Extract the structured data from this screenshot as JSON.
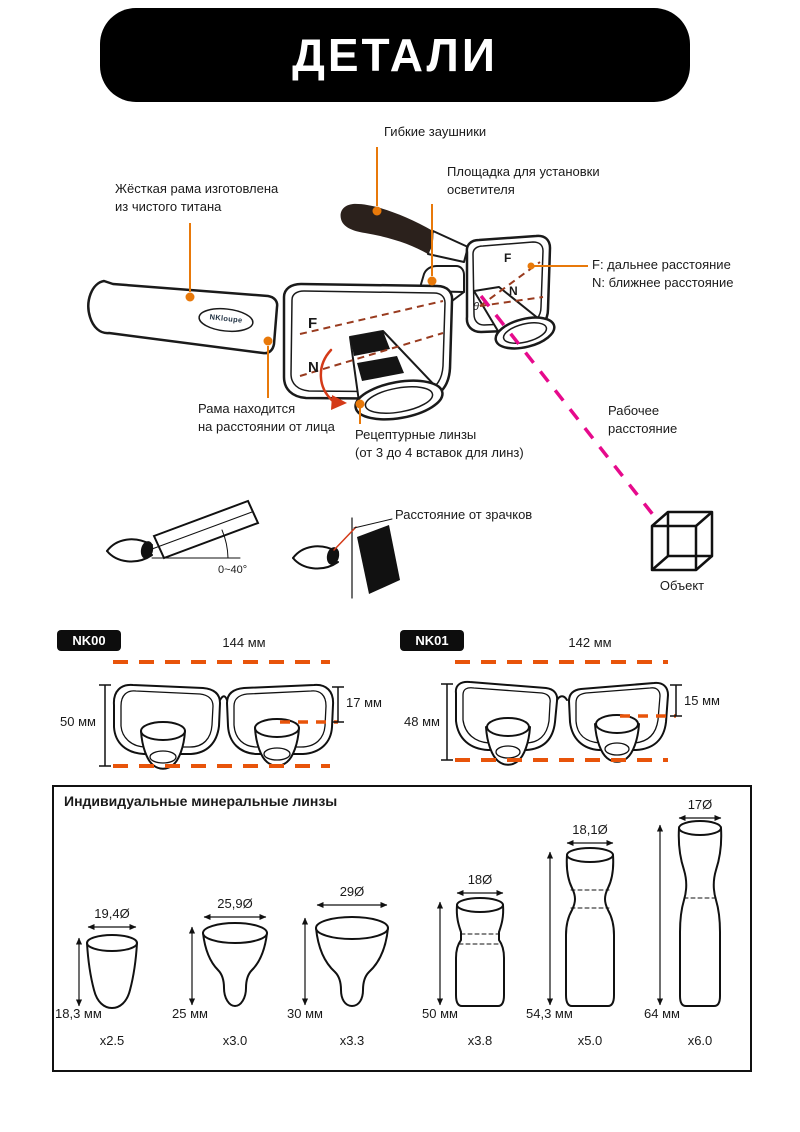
{
  "header": {
    "title": "ДЕТАЛИ"
  },
  "diagram": {
    "flexible_temples": "Гибкие заушники",
    "rigid_frame": "Жёсткая рама изготовлена\nиз чистого титана",
    "light_mount": "Площадка для установки\nосветителя",
    "fn_legend": "F: дальнее расстояние\nN: ближнее расстояние",
    "frame_distance": "Рама находится\nна расстоянии от лица",
    "prescription_lenses": "Рецептурные линзы\n(от 3 до 4 вставок для линз)",
    "working_distance": "Рабочее\nрасстояние",
    "pupil_distance": "Расстояние от зрачков",
    "object_label": "Объект",
    "angle_label": "0~40°",
    "f_label": "F",
    "n_label": "N",
    "theta_label": "θ",
    "logo": "NKloupe"
  },
  "frames": {
    "nk00": {
      "model": "NK00",
      "width": "144 мм",
      "lens_height": "50 мм",
      "loupe_drop": "17 мм"
    },
    "nk01": {
      "model": "NK01",
      "width": "142 мм",
      "lens_height": "48 мм",
      "loupe_drop": "15 мм"
    }
  },
  "lens_table": {
    "title": "Индивидуальные минеральные линзы",
    "items": [
      {
        "diameter": "19,4Ø",
        "height": "18,3 мм",
        "magnification": "x2.5"
      },
      {
        "diameter": "25,9Ø",
        "height": "25 мм",
        "magnification": "x3.0"
      },
      {
        "diameter": "29Ø",
        "height": "30 мм",
        "magnification": "x3.3"
      },
      {
        "diameter": "18Ø",
        "height": "50 мм",
        "magnification": "x3.8"
      },
      {
        "diameter": "18,1Ø",
        "height": "54,3 мм",
        "magnification": "x5.0"
      },
      {
        "diameter": "17Ø",
        "height": "64 мм",
        "magnification": "x6.0"
      }
    ]
  },
  "colors": {
    "callout_orange": "#E8790A",
    "measure_orange": "#E8540A",
    "magenta": "#E60A8C",
    "sight_brown": "#993B1F",
    "arrow_red": "#D43A18"
  }
}
